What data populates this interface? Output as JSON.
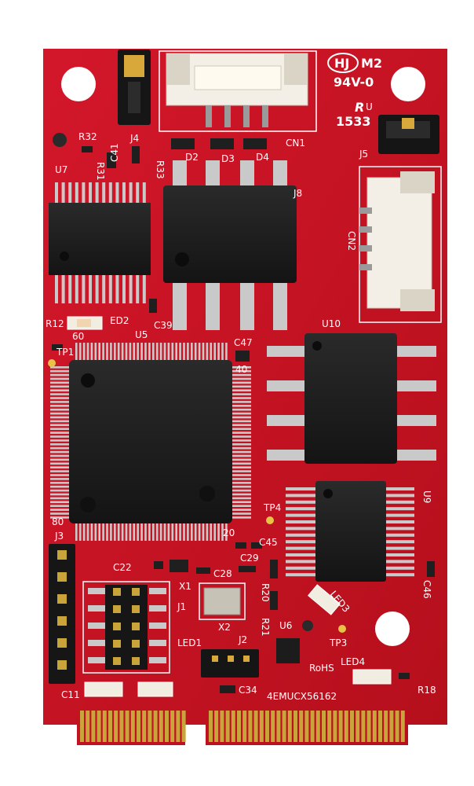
{
  "colors": {
    "board": "#c8121e",
    "board_dark": "#a50d16",
    "silkscreen": "#ffffff",
    "chip": "#1c1c1c",
    "pin": "#c9c9c9",
    "gold": "#c9a43a",
    "connector": "#f3efe6",
    "background": "#ffffff"
  },
  "markings": {
    "logo": "HJ",
    "logo_suffix": "M2",
    "rating": "94V-0",
    "date_code": "1533",
    "model": "4EMUCX56162",
    "rohs": "RoHS"
  },
  "labels": {
    "r32": "R32",
    "j4": "J4",
    "c41": "C41",
    "r31": "R31",
    "r33": "R33",
    "d2": "D2",
    "d3": "D3",
    "d4": "D4",
    "cn1": "CN1",
    "j5": "J5",
    "u7": "U7",
    "j8": "J8",
    "cn2": "CN2",
    "r12": "R12",
    "ed2": "ED2",
    "u5": "U5",
    "c39": "C39",
    "n60": "60",
    "tp1": "TP1",
    "c47": "C47",
    "n40": "40",
    "u10": "U10",
    "u9": "U9",
    "tp4": "TP4",
    "n80": "80",
    "n20": "20",
    "c45": "C45",
    "j3": "J3",
    "c22": "C22",
    "c29": "C29",
    "x1": "X1",
    "c28": "C28",
    "r20": "R20",
    "led3": "LED3",
    "c46": "C46",
    "j1": "J1",
    "x2": "X2",
    "r21": "R21",
    "u6": "U6",
    "tp3": "TP3",
    "led1": "LED1",
    "j2": "J2",
    "led4": "LED4",
    "c11": "C11",
    "c34": "C34",
    "r18": "R18"
  }
}
